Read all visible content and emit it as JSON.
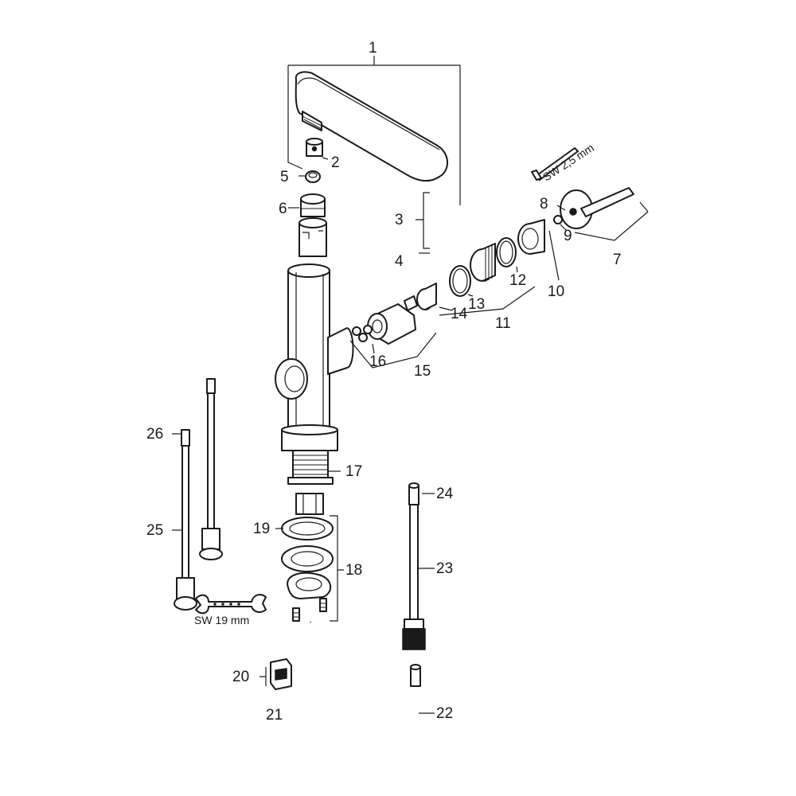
{
  "labels": {
    "p1": "1",
    "p2": "2",
    "p3": "3",
    "p4": "4",
    "p5": "5",
    "p6": "6",
    "p7": "7",
    "p8": "8",
    "p9": "9",
    "p10": "10",
    "p11": "11",
    "p12": "12",
    "p13": "13",
    "p14": "14",
    "p15": "15",
    "p16": "16",
    "p17": "17",
    "p18": "18",
    "p19": "19",
    "p20": "20",
    "p21": "21",
    "p22": "22",
    "p23": "23",
    "p24": "24",
    "p25": "25",
    "p26": "26"
  },
  "notes": {
    "allen_key": "SW 2,5 mm",
    "wrench": "SW 19 mm"
  },
  "colors": {
    "line": "#1a1a1a",
    "background": "#ffffff"
  }
}
